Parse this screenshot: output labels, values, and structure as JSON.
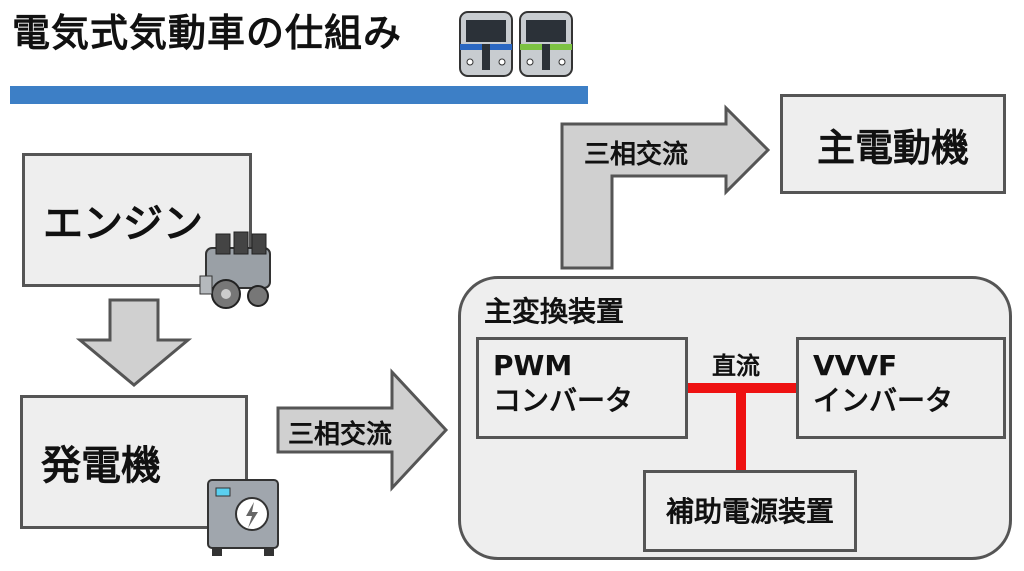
{
  "title": "電気式気動車の仕組み",
  "colors": {
    "title_bar": "#3d7fc6",
    "box_fill": "#eeeeee",
    "box_border": "#555555",
    "arrow_fill": "#d0d0d0",
    "dc_line": "#ee1111"
  },
  "boxes": {
    "engine": "エンジン",
    "generator": "発電機",
    "traction_motor": "主電動機",
    "main_converter": "主変換装置",
    "pwm": {
      "line1": "PWM",
      "line2": "コンバータ"
    },
    "vvvf": {
      "line1": "VVVF",
      "line2": "インバータ"
    },
    "auxiliary_power": "補助電源装置"
  },
  "arrows": {
    "gen_to_converter": "三相交流",
    "converter_to_motor": "三相交流"
  },
  "dc_label": "直流",
  "icons": [
    "train-icon",
    "engine-icon",
    "generator-icon"
  ]
}
